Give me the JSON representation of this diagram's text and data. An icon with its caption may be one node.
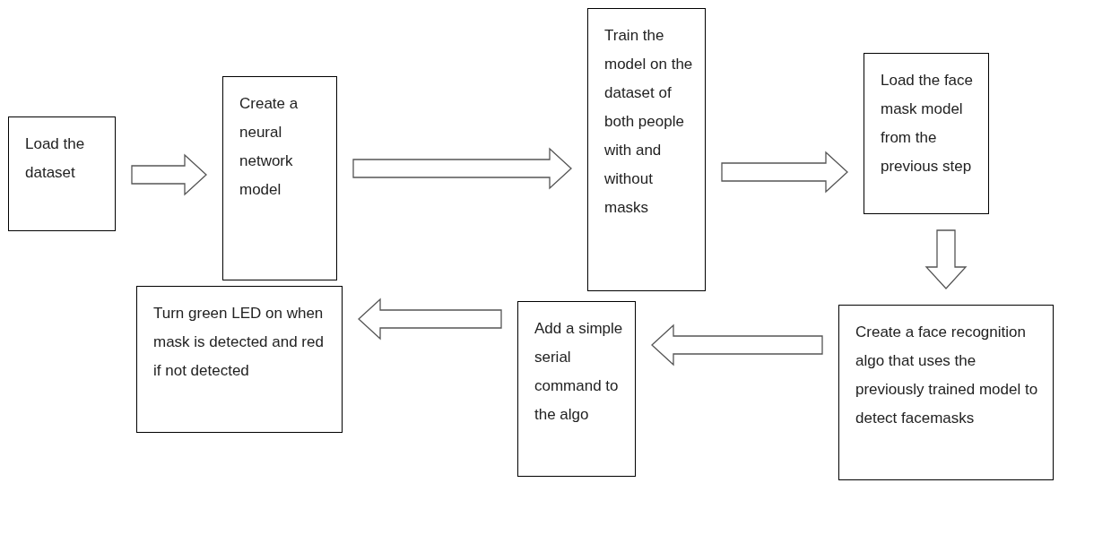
{
  "diagram": {
    "nodes": [
      {
        "text": [
          "Load the dataset"
        ]
      },
      {
        "text": [
          "Create a neural network model"
        ]
      },
      {
        "text": [
          "Train the model on the dataset of both people with and without masks"
        ]
      },
      {
        "text": [
          "Load the face mask model from the previous step"
        ]
      },
      {
        "text": [
          "Create a face recognition algo that uses the previously trained model to detect facemasks"
        ]
      },
      {
        "text": [
          "Add a simple serial command to the algo"
        ]
      },
      {
        "text": [
          "Turn green LED on when mask is detected and red if not detected"
        ]
      }
    ],
    "edges": [
      {
        "from": 0,
        "to": 1,
        "arrow": "to"
      },
      {
        "from": 1,
        "to": 2,
        "arrow": "to"
      },
      {
        "from": 2,
        "to": 3,
        "arrow": "to"
      },
      {
        "from": 3,
        "to": 4,
        "arrow": "to"
      },
      {
        "from": 4,
        "to": 5,
        "arrow": "to"
      },
      {
        "from": 5,
        "to": 6,
        "arrow": "to"
      }
    ]
  }
}
